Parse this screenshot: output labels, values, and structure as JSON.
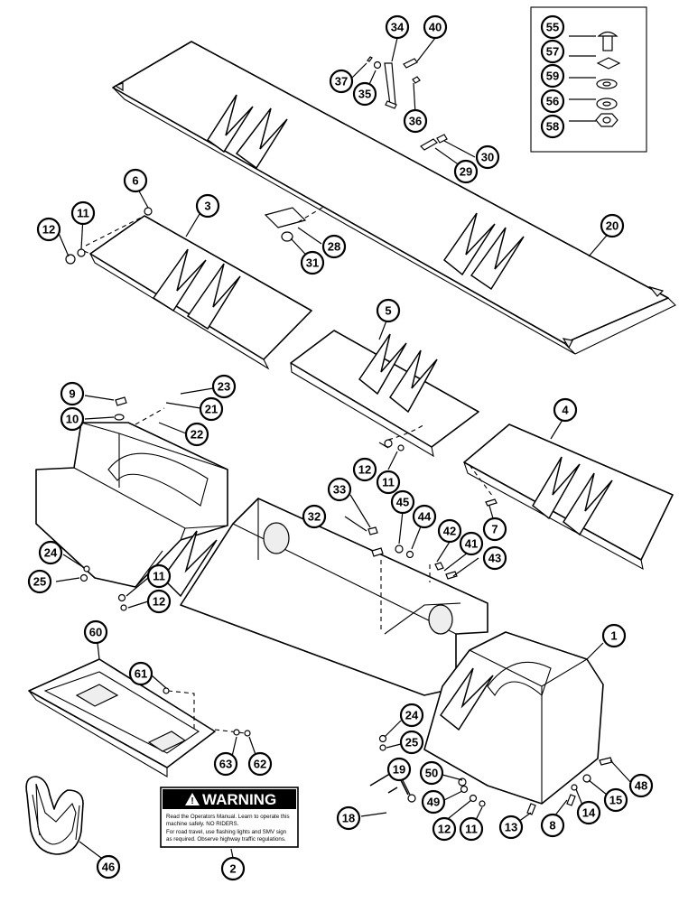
{
  "warning_label": {
    "title": "WARNING",
    "lines": [
      "Read the Operators Manual.  Learn to operate this",
      "machine safely.  NO RIDERS.",
      "For road travel, use flashing lights and SMV sign",
      "as required.  Observe highway traffic regulations."
    ]
  },
  "callouts": {
    "c55": "55",
    "c57": "57",
    "c59": "59",
    "c56": "56",
    "c58": "58",
    "c34": "34",
    "c40": "40",
    "c37": "37",
    "c35": "35",
    "c36": "36",
    "c30": "30",
    "c29": "29",
    "c20": "20",
    "c28": "28",
    "c31": "31",
    "c6": "6",
    "c3": "3",
    "c11a": "11",
    "c12a": "12",
    "c5": "5",
    "c4": "4",
    "c9": "9",
    "c10": "10",
    "c23": "23",
    "c21": "21",
    "c22": "22",
    "c12b": "12",
    "c11b": "11",
    "c7": "7",
    "c33": "33",
    "c32": "32",
    "c45": "45",
    "c44": "44",
    "c42": "42",
    "c41": "41",
    "c43": "43",
    "c24a": "24",
    "c25a": "25",
    "c11c": "11",
    "c12c": "12",
    "c60": "60",
    "c61": "61",
    "c63": "63",
    "c62": "62",
    "c1": "1",
    "c24b": "24",
    "c25b": "25",
    "c48": "48",
    "c19": "19",
    "c50": "50",
    "c49": "49",
    "c15": "15",
    "c14": "14",
    "c18": "18",
    "c12d": "12",
    "c11d": "11",
    "c13": "13",
    "c8": "8",
    "c46": "46",
    "c2": "2"
  }
}
